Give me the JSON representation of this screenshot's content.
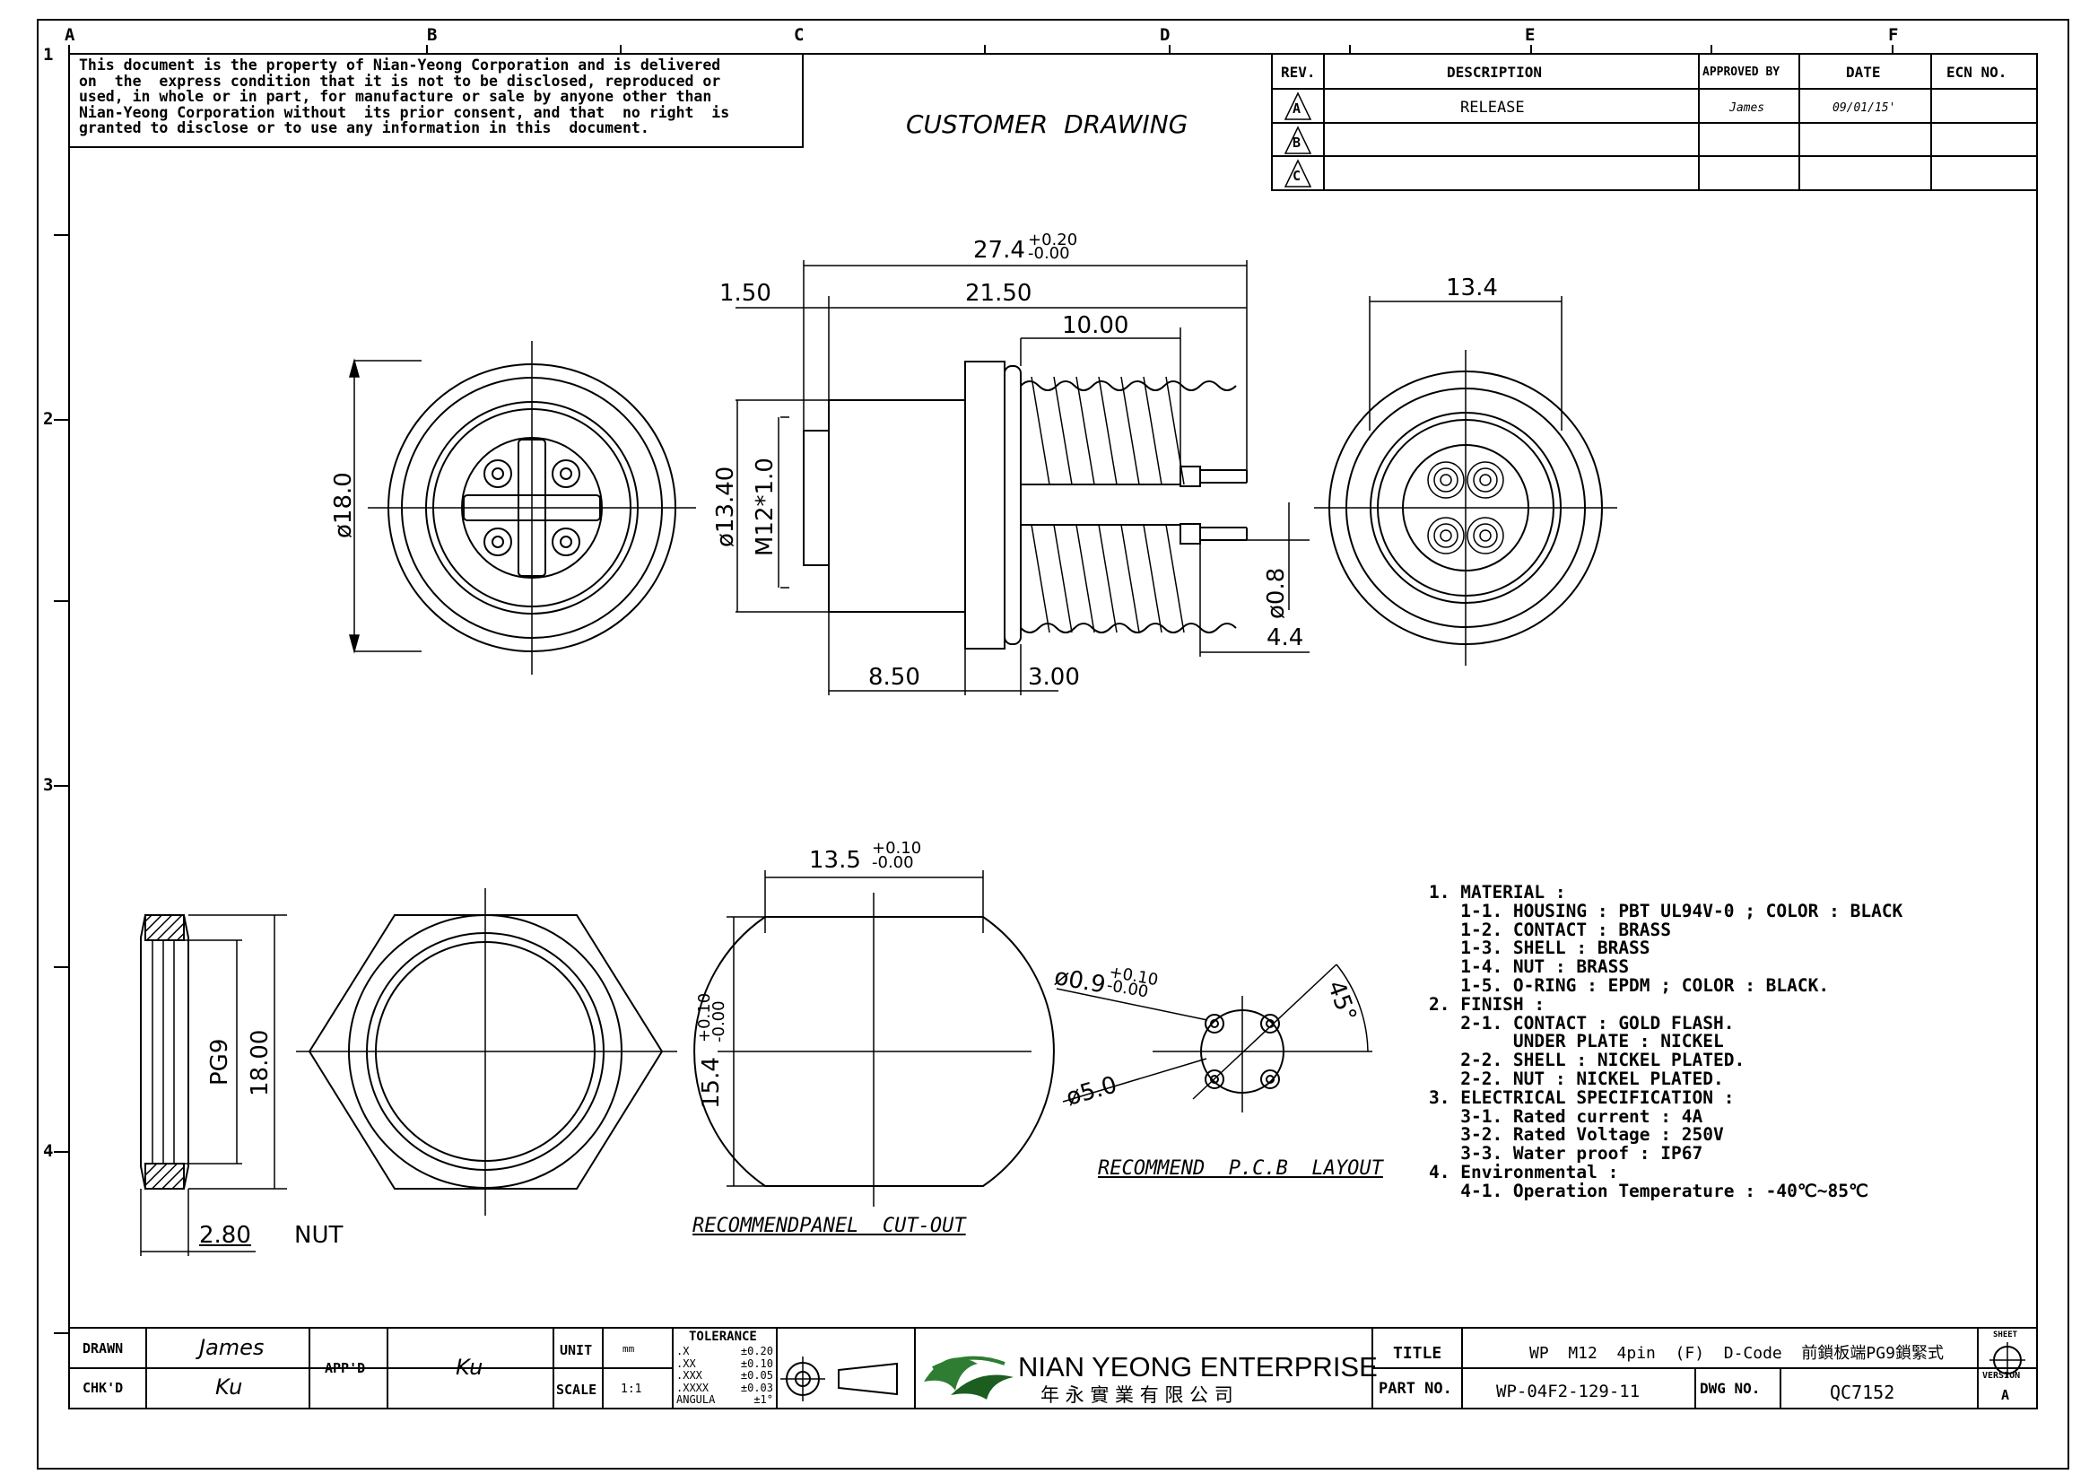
{
  "frame": {
    "columns": [
      "A",
      "B",
      "C",
      "D",
      "E",
      "F"
    ],
    "rows": [
      "1",
      "2",
      "3",
      "4"
    ]
  },
  "notice": {
    "lines": [
      "This document is the property of Nian-Yeong Corporation and is delivered",
      "on  the  express condition that it is not to be disclosed, reproduced or",
      "used, in whole or in part, for manufacture or sale by anyone other than",
      "Nian-Yeong Corporation without  its prior consent, and that  no right  is",
      "granted to disclose or to use any information in this  document."
    ]
  },
  "header_title": "CUSTOMER  DRAWING",
  "revision_table": {
    "headers": [
      "REV.",
      "DESCRIPTION",
      "APPROVED BY",
      "DATE",
      "ECN NO."
    ],
    "rows": [
      {
        "rev": "A",
        "description": "RELEASE",
        "approved": "James",
        "date": "09/01/15'",
        "ecn": ""
      },
      {
        "rev": "B",
        "description": "",
        "approved": "",
        "date": "",
        "ecn": ""
      },
      {
        "rev": "C",
        "description": "",
        "approved": "",
        "date": "",
        "ecn": ""
      }
    ]
  },
  "dimensions": {
    "overall_length": "27.4",
    "overall_tol_plus": "+0.20",
    "overall_tol_minus": "-0.00",
    "flange": "1.50",
    "body_length": "21.50",
    "thread_length": "10.00",
    "front_diameter": "ø18.0",
    "body_diameter": "ø13.40",
    "thread_spec": "M12*1.0",
    "pin_diameter": "ø0.8",
    "pin_length": "4.4",
    "rear_length": "8.50",
    "nut_gap": "3.00",
    "rear_diameter": "13.4",
    "nut_thread": "PG9",
    "nut_size": "18.00",
    "nut_thickness": "2.80",
    "cutout_width": "13.5",
    "cutout_width_tol_plus": "+0.10",
    "cutout_width_tol_minus": "-0.00",
    "cutout_height": "15.4",
    "cutout_height_tol_plus": "+0.10",
    "cutout_height_tol_minus": "-0.00",
    "pcb_hole": "ø0.9",
    "pcb_hole_tol_plus": "+0.10",
    "pcb_hole_tol_minus": "-0.00",
    "pcb_circle": "ø5.0",
    "pcb_angle": "45°"
  },
  "view_labels": {
    "nut": "NUT",
    "panel_cutout": "RECOMMENDPANEL  CUT-OUT",
    "pcb_layout": "RECOMMEND  P.C.B  LAYOUT"
  },
  "notes": [
    "1. MATERIAL :",
    "   1-1. HOUSING : PBT UL94V-0 ; COLOR : BLACK",
    "   1-2. CONTACT : BRASS",
    "   1-3. SHELL : BRASS",
    "   1-4. NUT : BRASS",
    "   1-5. O-RING : EPDM ; COLOR : BLACK.",
    "2. FINISH :",
    "   2-1. CONTACT : GOLD FLASH.",
    "        UNDER PLATE : NICKEL",
    "   2-2. SHELL : NICKEL PLATED.",
    "   2-2. NUT : NICKEL PLATED.",
    "3. ELECTRICAL SPECIFICATION :",
    "   3-1. Rated current : 4A",
    "   3-2. Rated Voltage : 250V",
    "   3-3. Water proof : IP67",
    "4. Environmental :",
    "   4-1. Operation Temperature : -40℃~85℃"
  ],
  "title_block": {
    "drawn_label": "DRAWN",
    "drawn_value": "James",
    "checked_label": "CHK'D",
    "checked_value": "Ku",
    "approved_label": "APP'D",
    "approved_value": "Ku",
    "unit_label": "UNIT",
    "unit_value": "mm",
    "scale_label": "SCALE",
    "scale_value": "1:1",
    "tolerance_label": "TOLERANCE",
    "tolerances": [
      {
        "k": ".X",
        "v": "±0.20"
      },
      {
        "k": ".XX",
        "v": "±0.10"
      },
      {
        "k": ".XXX",
        "v": "±0.05"
      },
      {
        "k": ".XXXX",
        "v": "±0.03"
      },
      {
        "k": "ANGULA",
        "v": "±1°"
      }
    ],
    "company_en": "NIAN YEONG ENTERPRISE",
    "company_zh": "年 永 實 業 有 限 公 司",
    "title_label": "TITLE",
    "title_value": "WP  M12  4pin  (F)  D-Code  前鎖板端PG9鎖緊式",
    "part_label": "PART NO.",
    "part_value": "WP-04F2-129-11",
    "dwg_label": "DWG NO.",
    "dwg_value": "QC7152",
    "sheet_label": "SHEET",
    "version_label": "VERSION",
    "version_value": "A"
  }
}
